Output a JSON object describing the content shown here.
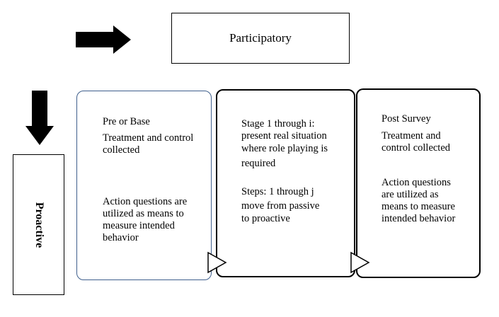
{
  "participatory": {
    "label": "Participatory"
  },
  "proactive": {
    "label": "Proactive"
  },
  "panels": [
    {
      "heading": "Pre or Base",
      "line2": "Treatment and control",
      "line3": "collected",
      "para": [
        "Action questions are",
        "utilized as means  to",
        "measure intended",
        "behavior"
      ]
    },
    {
      "para1": [
        "Stage 1 through i:",
        "present real situation",
        "where role playing is",
        "required"
      ],
      "para2": [
        "Steps: 1 through j",
        "move from passive",
        "to proactive"
      ]
    },
    {
      "heading": "Post Survey",
      "line2": "Treatment and",
      "line3": "control  collected",
      "para": [
        "Action questions",
        "are utilized as",
        "means to measure",
        "intended  behavior"
      ]
    }
  ],
  "colors": {
    "arrow": "#000000",
    "panel1_border": "#3f5f8c"
  }
}
